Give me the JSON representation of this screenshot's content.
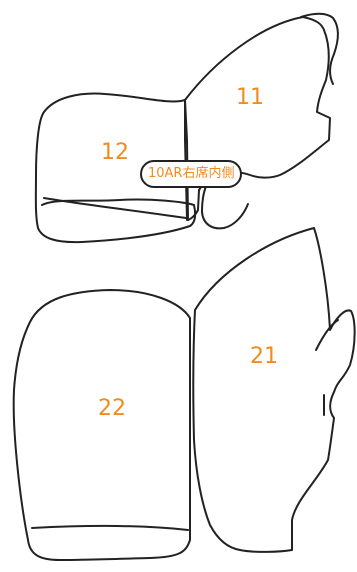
{
  "colors": {
    "outline": "#222222",
    "label": "#f08c1e",
    "background": "#ffffff"
  },
  "labels": {
    "seat_11": "11",
    "seat_12": "12",
    "seat_21": "21",
    "seat_22": "22",
    "tag_note": "10AR右席内側"
  }
}
